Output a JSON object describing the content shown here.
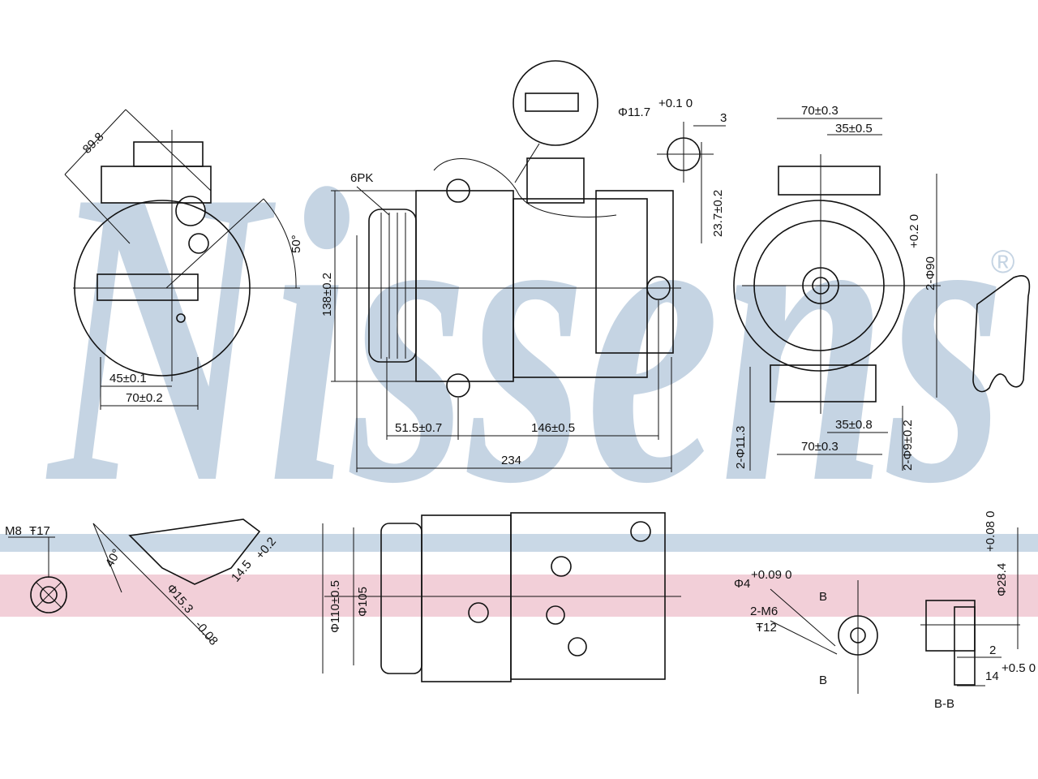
{
  "brand": {
    "watermark": "Nissens",
    "registered_mark": "®",
    "watermark_color": "#c5d4e3",
    "band_blue": "#c9d8e6",
    "band_pink": "#f2cfd8"
  },
  "dimensions": {
    "top_left_view": {
      "d_89_8": "89.8",
      "d_50deg": "50°",
      "d_45": "45±0.1",
      "d_70": "70±0.2"
    },
    "front_view": {
      "belt": "6PK",
      "d_138": "138±0.2",
      "d_51_5": "51.5±0.7",
      "d_146": "146±0.5",
      "d_234": "234"
    },
    "pin_detail": {
      "d_11_7": "Φ11.7",
      "d_11_7_tol": "+0.1 0",
      "d_3": "3",
      "d_23_7": "23.7±0.2"
    },
    "right_view": {
      "d_70_top": "70±0.3",
      "d_35_top": "35±0.5",
      "d_phi90": "2-Φ90",
      "d_phi90_tol": "+0.2 0",
      "d_11_3": "2-Φ11.3",
      "d_35_bottom": "35±0.8",
      "d_70_bottom": "70±0.3",
      "d_phi9": "2-Φ9±0.2"
    },
    "bottom_left": {
      "d_m8": "M8",
      "d_m8_depth": "Ŧ17",
      "d_40deg": "40°",
      "d_14_5": "14.5",
      "d_14_5_tol": "+0.2",
      "d_15_3": "Φ15.3",
      "d_15_3_tol": "-0.08"
    },
    "bottom_center": {
      "d_110": "Φ110±0.5",
      "d_105": "Φ105"
    },
    "bottom_right": {
      "d_phi4": "Φ4",
      "d_phi4_tol": "+0.09 0",
      "d_m6": "2-M6",
      "d_m6_depth": "Ŧ12",
      "sec_b_top": "B",
      "sec_b_bottom": "B",
      "d_28_4": "Φ28.4",
      "d_28_4_tol": "+0.08 0",
      "d_2": "2",
      "d_14": "14",
      "d_14_tol": "+0.5 0",
      "section_label": "B-B"
    }
  }
}
